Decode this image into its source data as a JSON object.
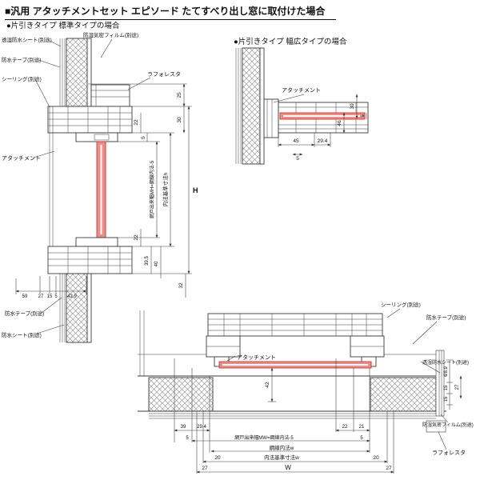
{
  "title": "■汎用 アタッチメントセット エピソード たてすべり出し窓に取付けた場合",
  "section_standard": "●片引きタイプ 標準タイプの場合",
  "section_wide": "●片引きタイプ 幅広タイプの場合",
  "colors": {
    "glass_fill": "#ee8d88",
    "glass_stroke": "#c23a34",
    "line": "#3a3a3a"
  },
  "left": {
    "label_sheet_top": "透湿防水シート(別途)",
    "label_film": "防湿気密フィルム(別途)",
    "label_tape_top": "防水テープ(別途)",
    "label_sealing": "シーリング(別途)",
    "label_laforesta": "ラフォレスタ",
    "label_attachment": "アタッチメント",
    "label_tape_bottom": "防水テープ(別途)",
    "label_sheet_bottom": "防水シート(別途)",
    "dim_25": "25",
    "dim_30": "30",
    "dim_22_top": "22",
    "dim_5_top": "5",
    "dim_screen": "網戸出来幅MH=鋼線内法-5",
    "dim_inner": "内法基準寸法h",
    "dim_H": "H",
    "dim_22_bottom": "22",
    "dim_39_5": "39.5",
    "dim_40": "40",
    "dim_32": "32",
    "dim_59": "59",
    "dim_27": "27",
    "dim_15": "15",
    "dim_5_bottom": "5",
    "dim_42_9": "42.9"
  },
  "wide": {
    "label_attachment": "アタッチメント",
    "dim_30": "30",
    "dim_46": "46",
    "dim_5_right": "5",
    "dim_45": "45",
    "dim_29_4": "29.4",
    "dim_5_bottom": "5"
  },
  "bottom": {
    "label_sealing": "シーリング(別途)",
    "label_tape": "防水テープ(別途)",
    "label_sheet": "透湿防水シート(別途)",
    "label_film": "防湿気密フィルム(別途)",
    "label_laforesta": "ラフォレスタ",
    "label_attachment": "アタッチメント",
    "dim_42": "42",
    "dim_39": "39",
    "dim_29_4": "29.4",
    "dim_5_left": "5",
    "dim_22": "22",
    "dim_21": "21",
    "dim_5_right": "5",
    "dim_screen": "網戸出来幅MW=鋼線内法-5",
    "dim_wire": "鋼線内法w",
    "dim_inner": "内法基準寸法w",
    "dim_W": "W",
    "dim_20_left": "20",
    "dim_20_right": "20",
    "dim_27_left": "27",
    "dim_27_right": "27",
    "dim_28_9": "28.9",
    "dim_15_a": "15",
    "dim_15_b": "15",
    "dim_27_v": "27"
  }
}
